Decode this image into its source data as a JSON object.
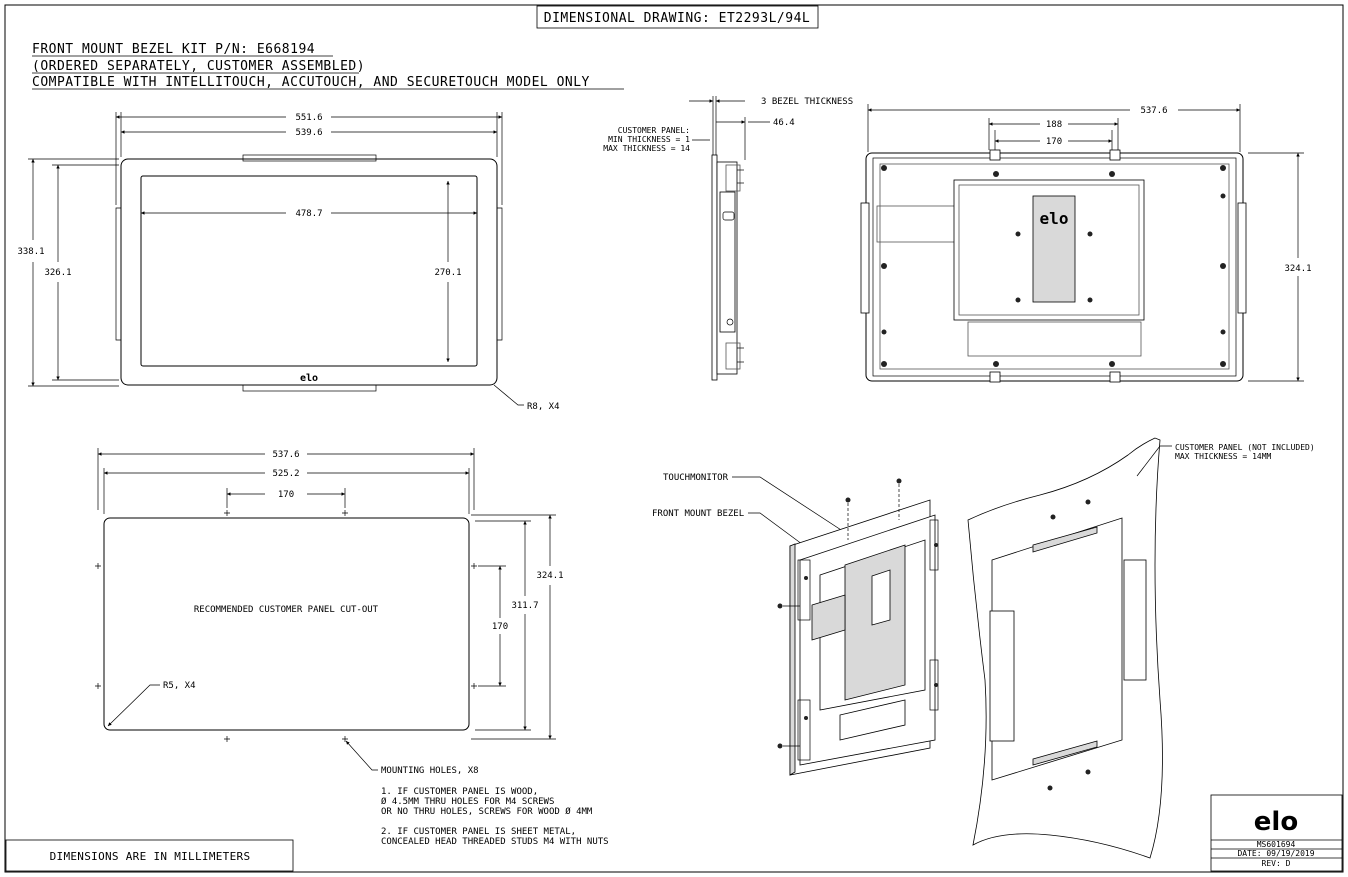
{
  "title": "DIMENSIONAL DRAWING: ET2293L/94L",
  "header_notes": {
    "line1": "FRONT MOUNT BEZEL KIT P/N: E668194",
    "line2": "(ORDERED SEPARATELY, CUSTOMER ASSEMBLED)",
    "line3": "COMPATIBLE WITH INTELLITOUCH, ACCUTOUCH, AND SECURETOUCH MODEL ONLY"
  },
  "front_view": {
    "width_outer": "551.6",
    "width_bezel": "539.6",
    "width_active": "478.7",
    "height_outer": "338.1",
    "height_bezel": "326.1",
    "height_active": "270.1",
    "radius": "R8, X4",
    "logo": "elo"
  },
  "side_view": {
    "bezel_thickness": "3 BEZEL THICKNESS",
    "depth": "46.4",
    "panel_label": "CUSTOMER PANEL:",
    "min_thickness": "MIN THICKNESS = 1",
    "max_thickness": "MAX THICKNESS = 14"
  },
  "rear_view": {
    "width": "537.6",
    "vesa_outer": "188",
    "vesa_inner": "170",
    "height": "324.1"
  },
  "cutout": {
    "width_outer": "537.6",
    "width_inner": "525.2",
    "hole_spacing": "170",
    "height_outer": "324.1",
    "height_inner": "311.7",
    "hole_vertical": "170",
    "label": "RECOMMENDED CUSTOMER PANEL CUT-OUT",
    "radius": "R5, X4",
    "holes": "MOUNTING HOLES, X8"
  },
  "notes": {
    "n1_a": "1. IF CUSTOMER PANEL IS WOOD,",
    "n1_b": "Ø 4.5MM THRU HOLES FOR M4 SCREWS",
    "n1_c": "OR NO THRU HOLES, SCREWS FOR WOOD Ø 4MM",
    "n2_a": "2. IF CUSTOMER PANEL IS SHEET METAL,",
    "n2_b": "CONCEALED HEAD THREADED STUDS M4 WITH NUTS"
  },
  "iso_labels": {
    "touchmonitor": "TOUCHMONITOR",
    "bezel": "FRONT MOUNT BEZEL",
    "panel_a": "CUSTOMER PANEL (NOT INCLUDED)",
    "panel_b": "MAX THICKNESS = 14MM"
  },
  "units_note": "DIMENSIONS ARE IN MILLIMETERS",
  "title_block": {
    "logo": "elo",
    "doc": "MS601694",
    "date": "DATE: 09/19/2019",
    "rev": "REV: D"
  }
}
